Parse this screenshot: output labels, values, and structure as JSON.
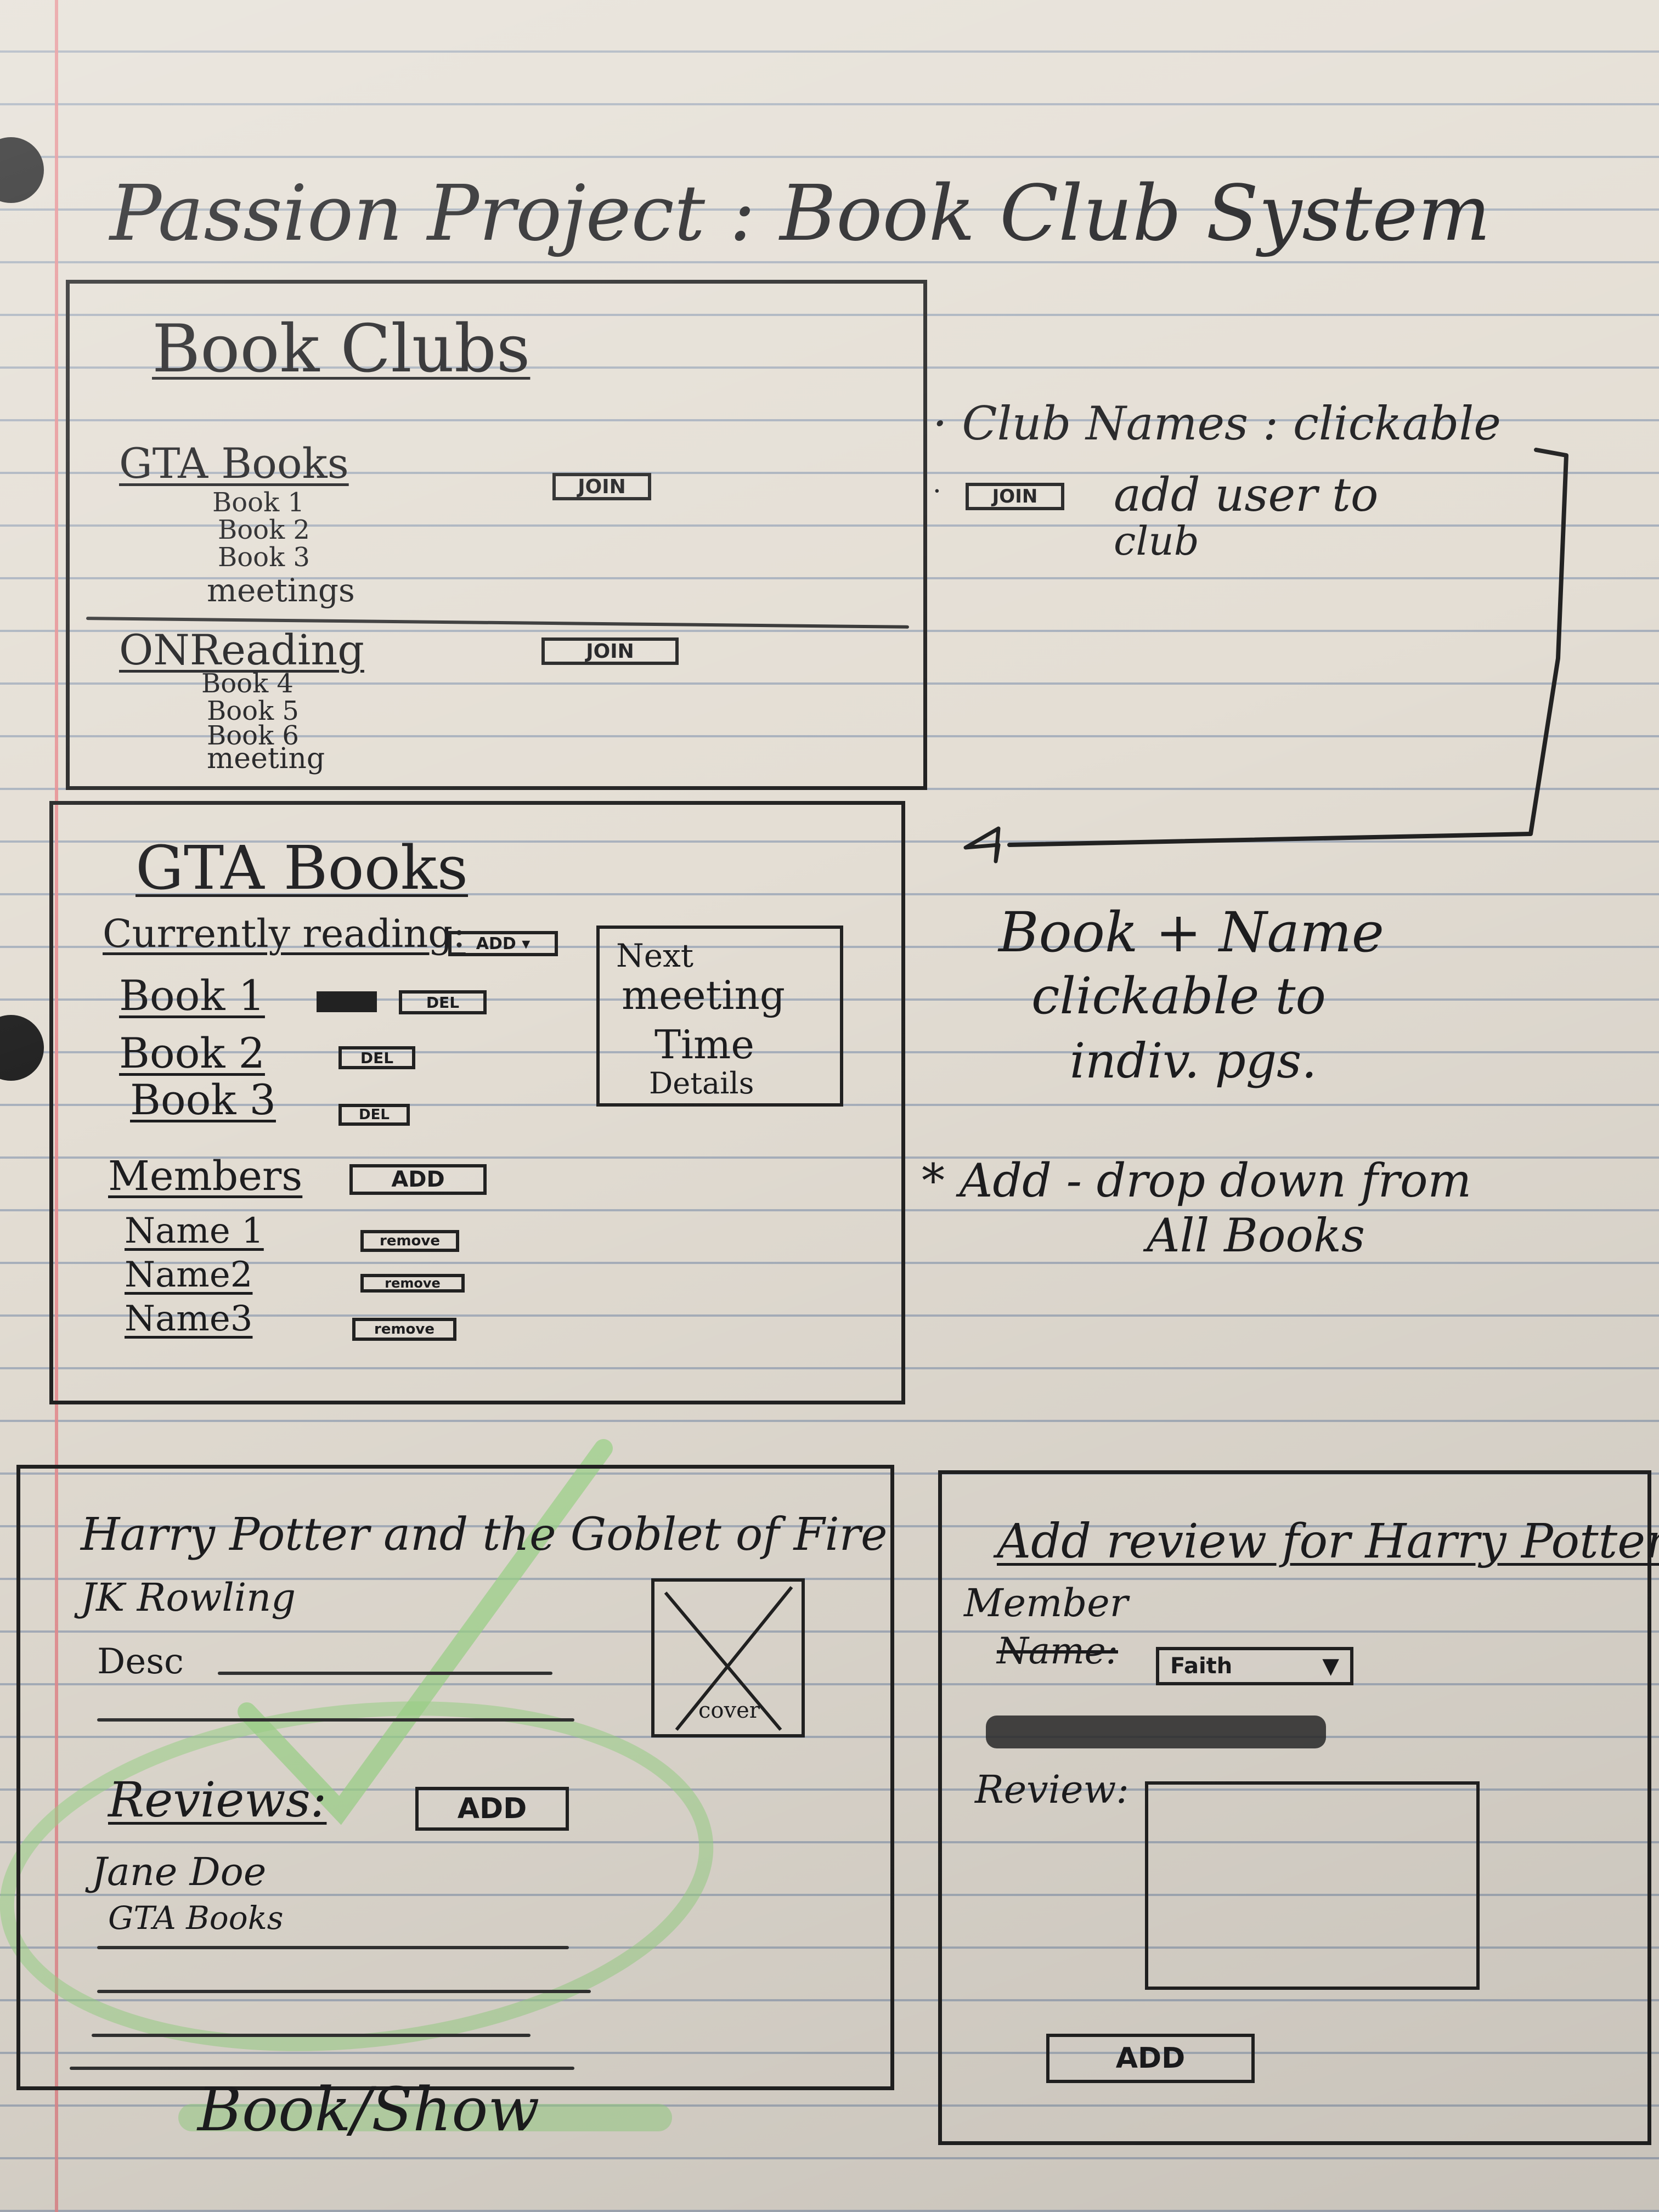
{
  "title": "Passion Project : Book Club System",
  "clubs_panel": {
    "heading": "Book Clubs",
    "clubs": [
      {
        "name": "GTA Books",
        "join_label": "JOIN",
        "items": [
          "Book 1",
          "Book 2",
          "Book 3",
          "meetings"
        ]
      },
      {
        "name": "ONReading",
        "join_label": "JOIN",
        "items": [
          "Book 4",
          "Book 5",
          "Book 6",
          "meeting"
        ]
      }
    ]
  },
  "notes_right": {
    "line1": "· Club Names : clickable",
    "join_label": "JOIN",
    "line2a": "add user to",
    "line2b": "club"
  },
  "club_panel": {
    "heading": "GTA Books",
    "currently_reading": "Currently reading:",
    "add_dropdown_label": "ADD ▾",
    "books": [
      {
        "title": "Book 1",
        "del": "DEL"
      },
      {
        "title": "Book 2",
        "del": "DEL"
      },
      {
        "title": "Book 3",
        "del": "DEL"
      }
    ],
    "meeting_box": [
      "Next",
      "meeting",
      "Time",
      "Details"
    ],
    "members_label": "Members",
    "members_add": "ADD",
    "members": [
      {
        "name": "Name 1",
        "remove": "remove"
      },
      {
        "name": "Name2",
        "remove": "remove"
      },
      {
        "name": "Name3",
        "remove": "remove"
      }
    ]
  },
  "notes_middle": {
    "line1": "Book + Name",
    "line2": "clickable to",
    "line3": "indiv. pgs.",
    "line4": "* Add - drop down from",
    "line5": "All Books"
  },
  "book_panel": {
    "title": "Harry Potter and the Goblet of Fire",
    "author": "JK Rowling",
    "desc": "Desc",
    "cover": "cover",
    "reviews_label": "Reviews:",
    "reviews_add": "ADD",
    "review_author": "Jane Doe",
    "review_club": "GTA Books",
    "footer": "Book/Show"
  },
  "review_panel": {
    "heading": "Add review for Harry Potter...",
    "member_label": "Member",
    "name_label": "Name:",
    "name_select": "Faith",
    "review_label": "Review:",
    "add_label": "ADD"
  },
  "colors": {
    "ink": "#1d1d1f",
    "margin": "#e58d90",
    "highlighter": "#9ed88a"
  }
}
